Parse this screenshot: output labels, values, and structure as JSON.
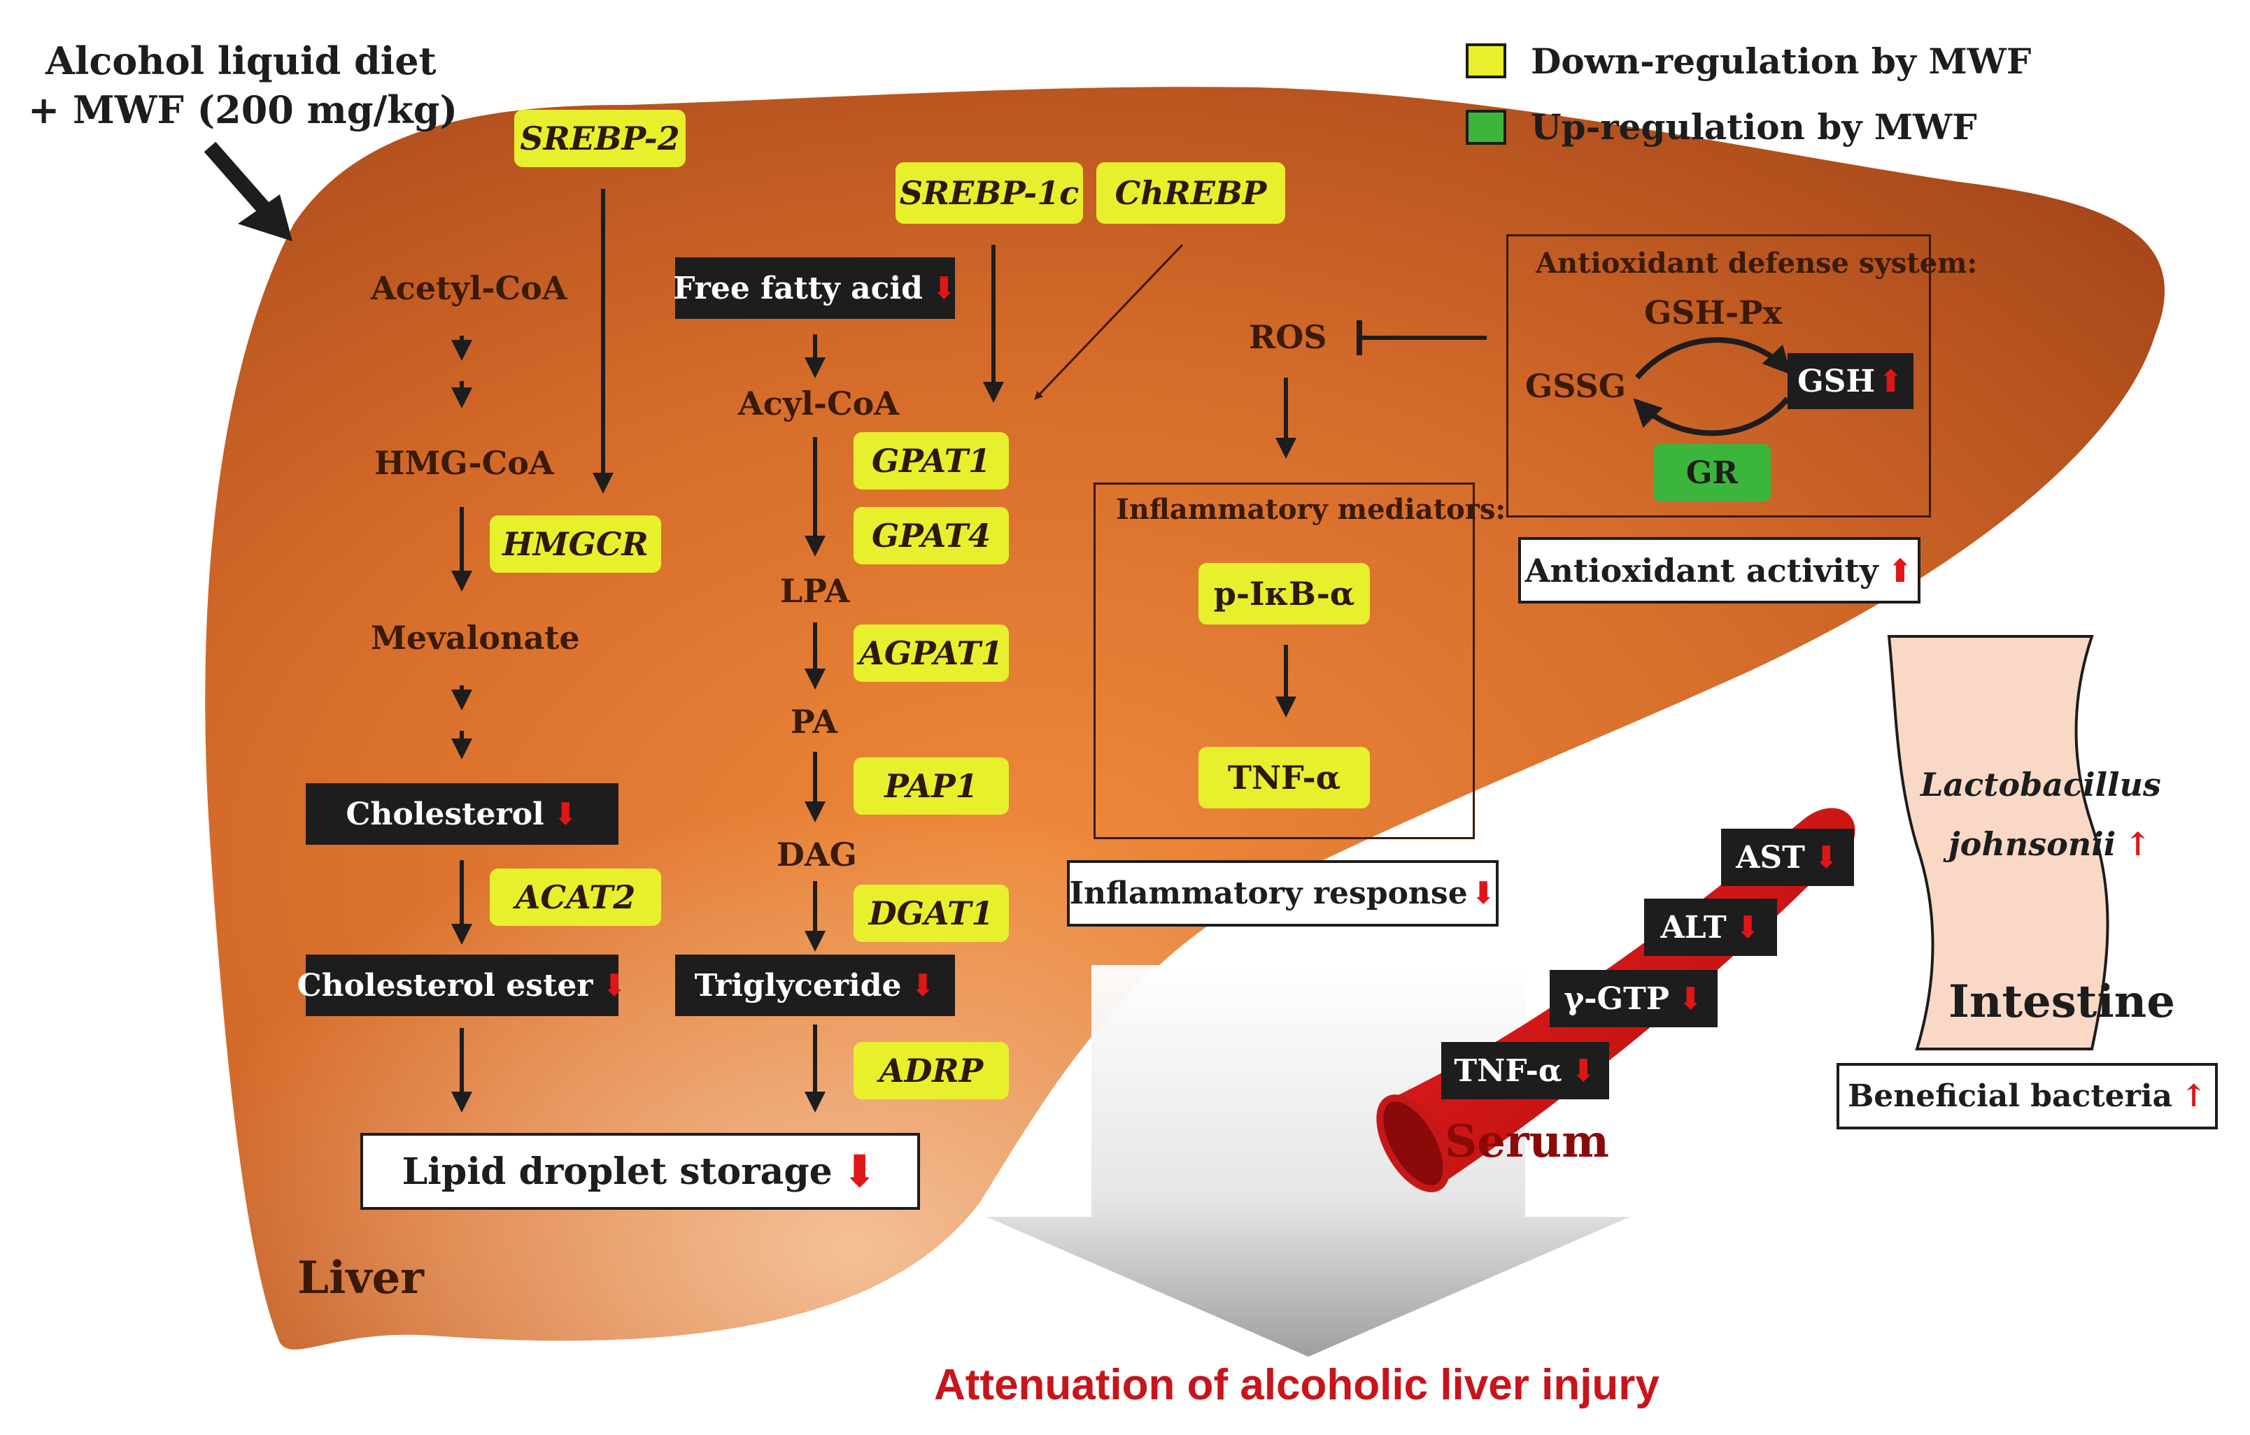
{
  "diagram": {
    "treatment": {
      "line1": "Alcohol liquid diet",
      "line2": "+ MWF (200 mg/kg)"
    },
    "legend": {
      "down": {
        "color": "#e8ef2c",
        "label": "Down-regulation by MWF"
      },
      "up": {
        "color": "#3cb53c",
        "label": "Up-regulation by MWF"
      }
    },
    "cholesterol_pathway": {
      "srebp2": "SREBP-2",
      "acetyl_coa": "Acetyl-CoA",
      "hmg_coa": "HMG-CoA",
      "hmgcr": "HMGCR",
      "mevalonate": "Mevalonate",
      "cholesterol": "Cholesterol",
      "acat2": "ACAT2",
      "cholesterol_ester": "Cholesterol ester"
    },
    "lipogenesis_pathway": {
      "srebp1c": "SREBP-1c",
      "chrebp": "ChREBP",
      "free_fatty_acid": "Free fatty acid",
      "acyl_coa": "Acyl-CoA",
      "gpat1": "GPAT1",
      "gpat4": "GPAT4",
      "lpa": "LPA",
      "agpat1": "AGPAT1",
      "pa": "PA",
      "pap1": "PAP1",
      "dag": "DAG",
      "dgat1": "DGAT1",
      "triglyceride": "Triglyceride",
      "adrp": "ADRP"
    },
    "lipid_storage": "Lipid droplet storage",
    "ros": "ROS",
    "inflammation": {
      "title": "Inflammatory mediators:",
      "ikb": "p-IκB-α",
      "tnf": "TNF-α",
      "response": "Inflammatory response"
    },
    "antioxidant": {
      "title": "Antioxidant defense system:",
      "gshpx": "GSH-Px",
      "gssg": "GSSG",
      "gsh": "GSH",
      "gr": "GR",
      "activity": "Antioxidant activity"
    },
    "serum": {
      "label": "Serum",
      "markers": [
        "AST",
        "ALT",
        "γ-GTP",
        "TNF-α"
      ]
    },
    "intestine": {
      "bacteria_line1": "Lactobacillus",
      "bacteria_line2": "johnsonii",
      "label": "Intestine",
      "beneficial": "Beneficial bacteria"
    },
    "liver_label": "Liver",
    "outcome": "Attenuation of alcoholic liver injury",
    "arrows": {
      "down": "⬇",
      "up": "⬆",
      "thin_up": "↑"
    }
  }
}
